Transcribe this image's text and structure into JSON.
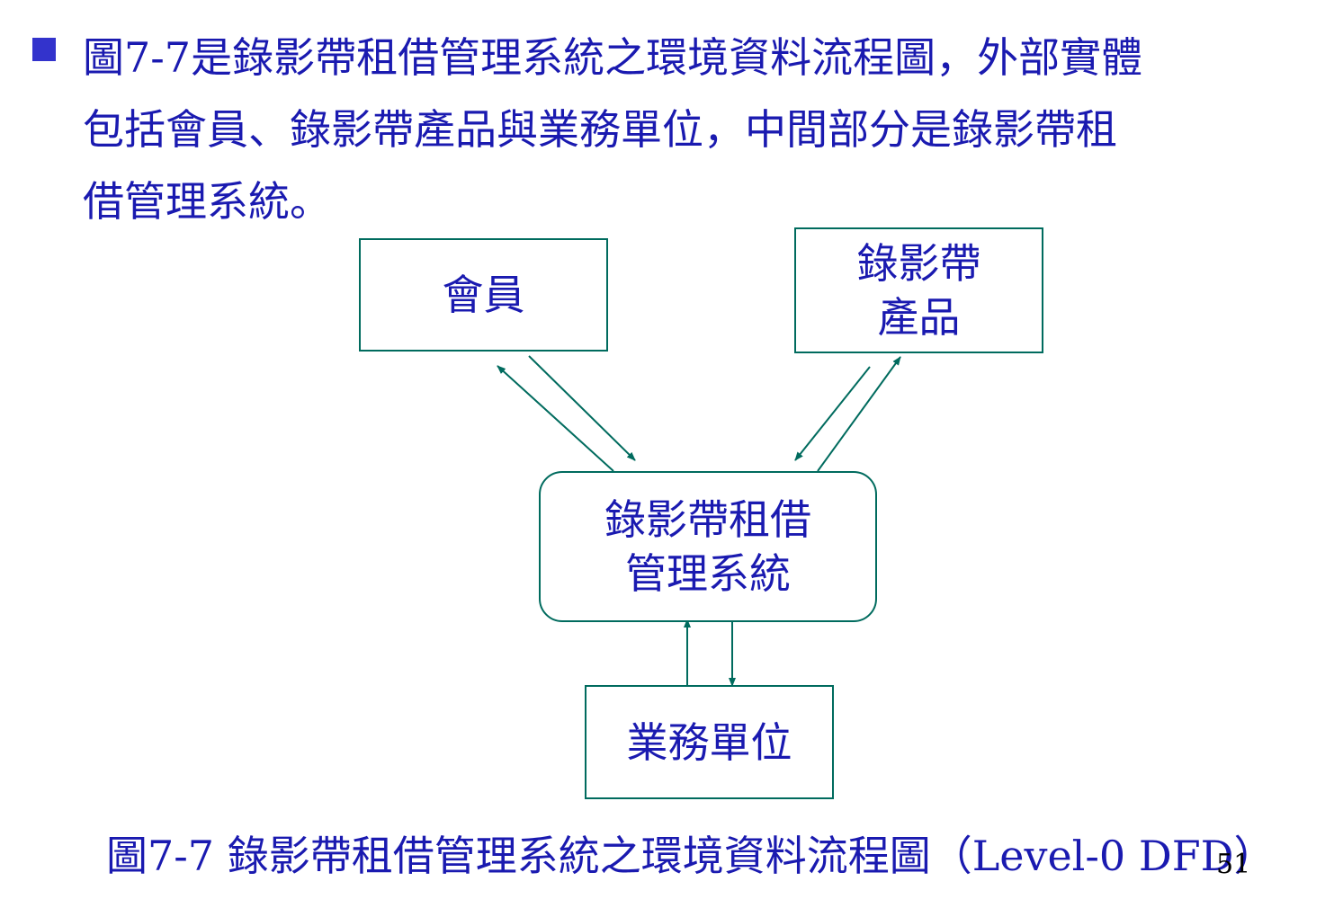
{
  "intro": {
    "lines": [
      "圖7-7是錄影帶租借管理系統之環境資料流程圖，外部實體",
      "包括會員、錄影帶產品與業務單位，中間部分是錄影帶租",
      "借管理系統。"
    ]
  },
  "diagram": {
    "entities": {
      "member": [
        "會員"
      ],
      "product": [
        "錄影帶",
        "產品"
      ],
      "business_unit": [
        "業務單位"
      ]
    },
    "process": [
      "錄影帶租借",
      "管理系統"
    ]
  },
  "caption": "圖7-7 錄影帶租借管理系統之環境資料流程圖（Level-0 DFD）",
  "page_number": "51",
  "colors": {
    "text": "#1a1ab0",
    "line": "#006b5e",
    "bullet": "#3333cc"
  }
}
